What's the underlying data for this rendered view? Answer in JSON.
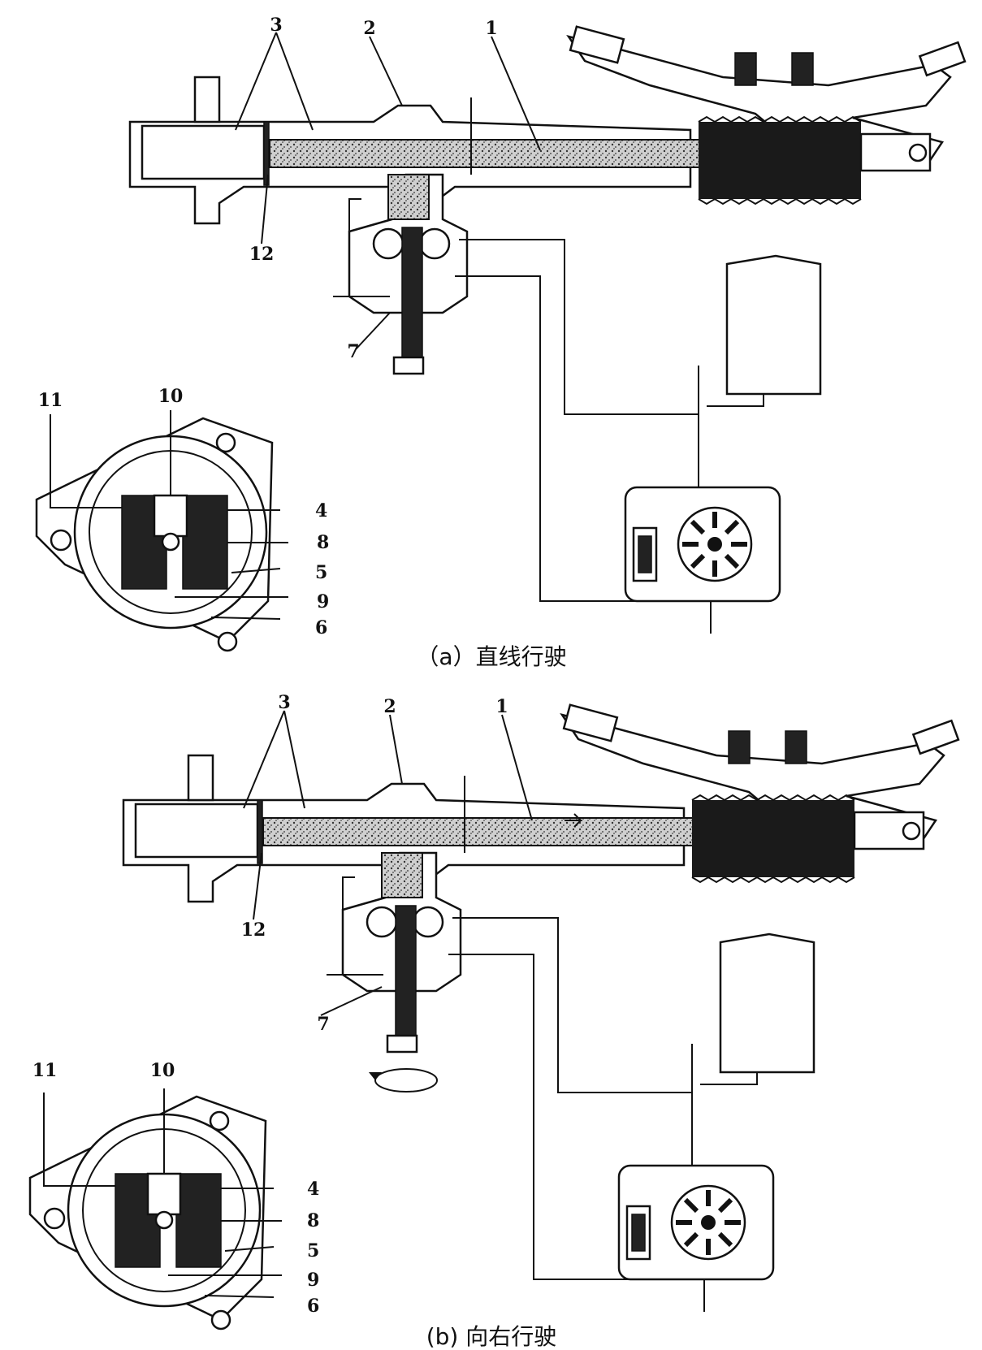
{
  "panels": [
    {
      "caption": "（a）直线行驶",
      "labels": [
        "1",
        "2",
        "3",
        "4",
        "5",
        "6",
        "7",
        "8",
        "9",
        "10",
        "11",
        "12"
      ]
    },
    {
      "caption": "(b) 向右行驶",
      "labels": [
        "1",
        "2",
        "3",
        "4",
        "5",
        "6",
        "7",
        "8",
        "9",
        "10",
        "11",
        "12"
      ]
    }
  ]
}
